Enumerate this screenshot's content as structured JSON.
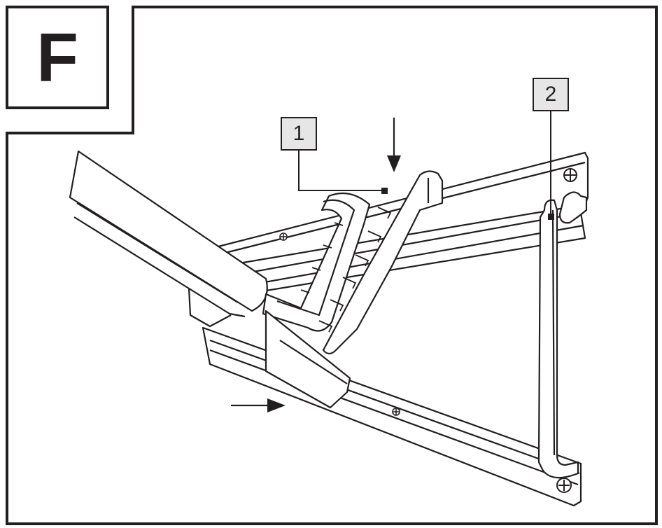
{
  "step": {
    "letter": "F"
  },
  "callouts": [
    {
      "label": "1"
    },
    {
      "label": "2"
    }
  ],
  "colors": {
    "line": "#231f20",
    "callout_fill": "#e6e6e6",
    "background": "#ffffff"
  },
  "icons": [
    "arrow-down-icon",
    "arrow-right-icon",
    "screw-icon"
  ]
}
